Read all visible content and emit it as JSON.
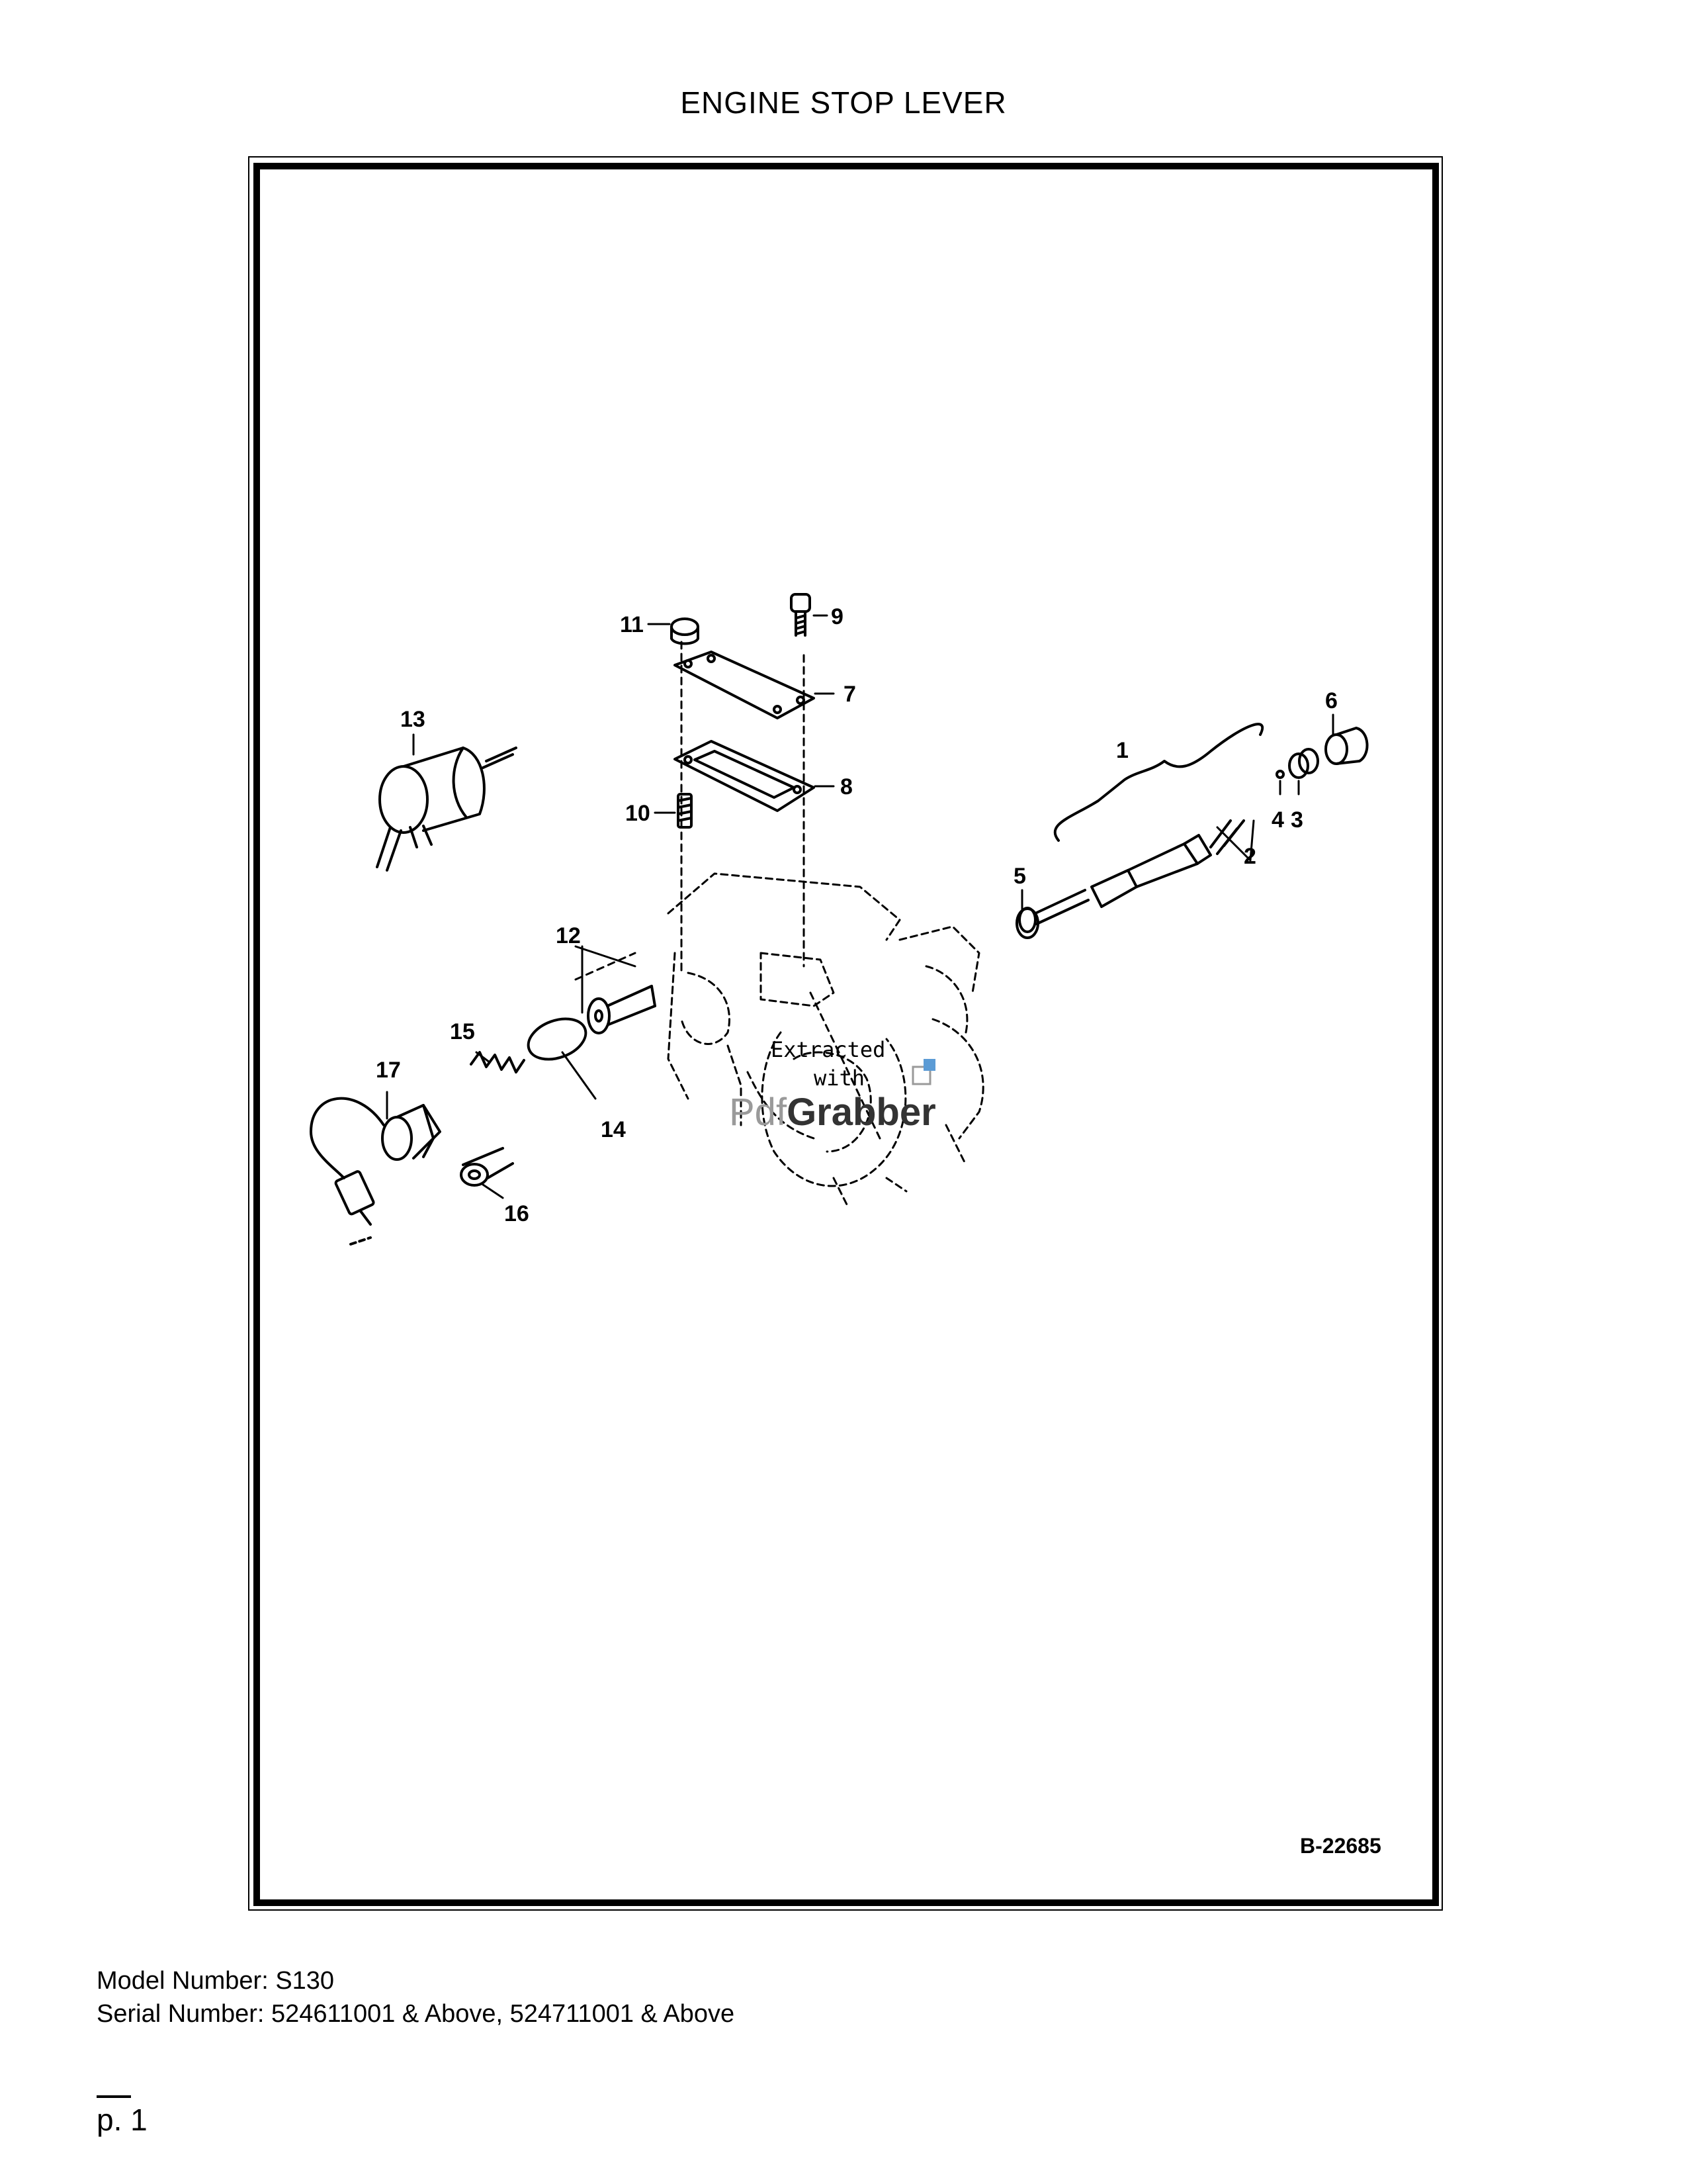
{
  "page": {
    "title": "ENGINE STOP LEVER",
    "figure_id": "B-22685",
    "model_line": "Model Number: S130",
    "serial_line": "Serial Number: 524611001 & Above, 524711001 & Above",
    "page_number": "p. 1"
  },
  "callouts": [
    "1",
    "2",
    "3",
    "4",
    "5",
    "6",
    "7",
    "8",
    "9",
    "10",
    "11",
    "12",
    "13",
    "14",
    "15",
    "16",
    "17"
  ],
  "watermark": {
    "line1": "Extracted",
    "line2": "with",
    "brand_a": "Pdf",
    "brand_b": "Grabber"
  },
  "colors": {
    "ink": "#000000",
    "watermark_gray": "#9a9a9a",
    "watermark_blue": "#5b9bd5"
  }
}
